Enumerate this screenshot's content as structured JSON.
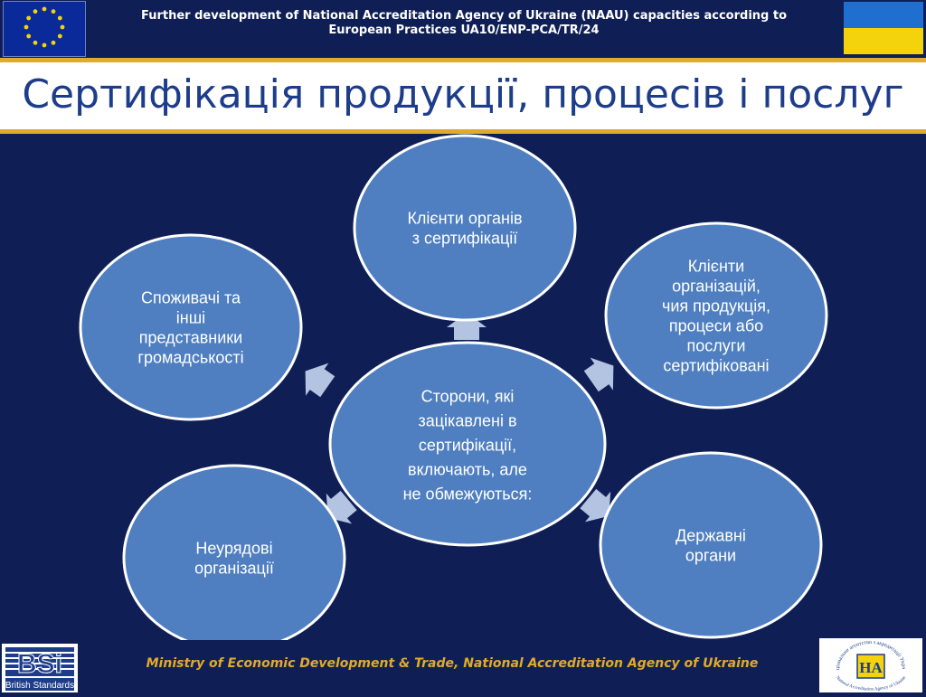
{
  "header": {
    "project_line1": "Further development of National Accreditation Agency of Ukraine (NAAU) capacities according to",
    "project_line2": "European Practices   UA10/ENP-PCA/TR/24"
  },
  "title": "Сертифікація продукції, процесів і послуг",
  "diagram": {
    "center": [
      "Сторони, які",
      "зацікавлені в",
      "сертифікації,",
      "включають, але",
      "не обмежуються:"
    ],
    "nodes": [
      {
        "lines": [
          "Клієнти органів",
          "з сертифікації"
        ]
      },
      {
        "lines": [
          "Клієнти",
          "організацій,",
          "чия продукція,",
          "процеси або",
          "послуги",
          "сертифіковані"
        ]
      },
      {
        "lines": [
          "Державні",
          "органи"
        ]
      },
      {
        "lines": [
          "Неурядові",
          "організації"
        ]
      },
      {
        "lines": [
          "Споживачі та",
          "інші",
          "представники",
          "громадськості"
        ]
      }
    ],
    "colors": {
      "circle_fill": "#4f7fc0",
      "circle_stroke": "#ffffff",
      "arrow_fill": "#b3c3e2"
    }
  },
  "footer": {
    "text": "Ministry of Economic Development & Trade, National Accreditation Agency of Ukraine",
    "bsi_label": "BSi",
    "bsi_sub": "British Standards",
    "naau_mark": "НА",
    "naau_arc_top": "Національне агентство з акредитації України",
    "naau_arc_bottom": "National Accreditation Agency of Ukraine"
  }
}
